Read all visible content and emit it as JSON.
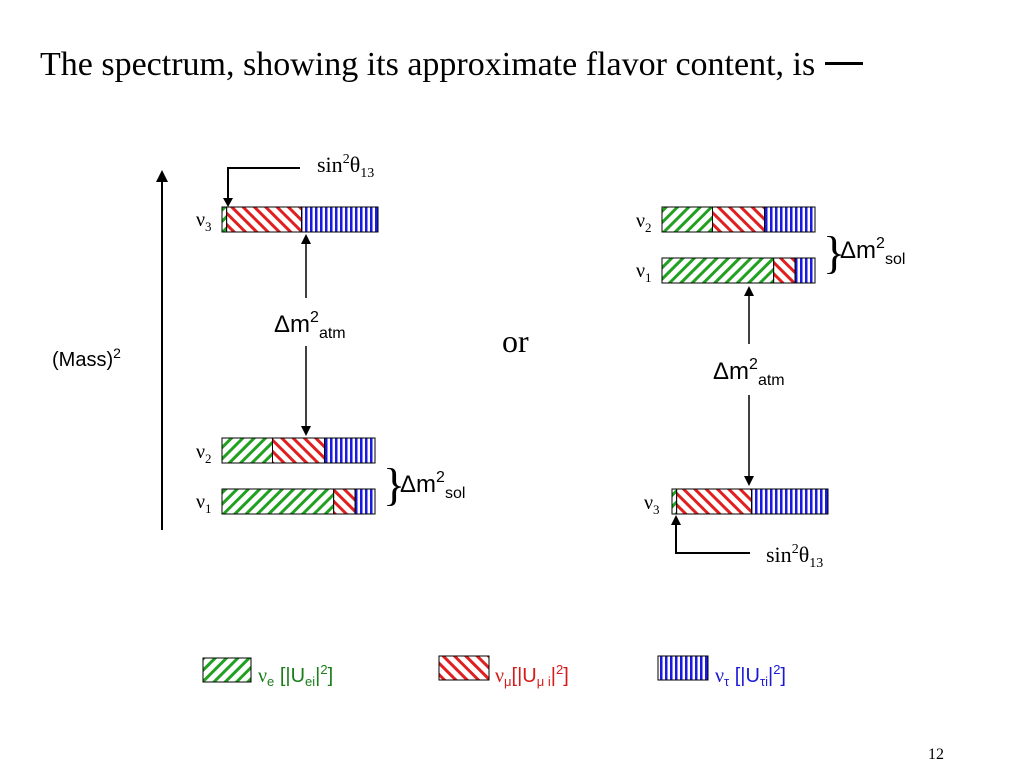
{
  "title": "The spectrum, showing its approximate flavor content, is",
  "mass_axis_label": "(Mass)",
  "mass_axis_exp": "2",
  "or_label": "or",
  "sin_label": "sin",
  "sin_exp": "2",
  "theta": "θ",
  "theta_sub": "13",
  "nu": "ν",
  "delta_m": "Δm",
  "sq": "2",
  "atm": "atm",
  "sol": "sol",
  "brace": "}",
  "states": {
    "nu1": "1",
    "nu2": "2",
    "nu3": "3"
  },
  "flavor_content": {
    "normal": {
      "nu3": [
        0.03,
        0.48,
        0.49
      ],
      "nu2": [
        0.33,
        0.34,
        0.33
      ],
      "nu1": [
        0.73,
        0.14,
        0.13
      ]
    },
    "inverted": {
      "nu2": [
        0.33,
        0.34,
        0.33
      ],
      "nu1": [
        0.73,
        0.14,
        0.13
      ],
      "nu3": [
        0.03,
        0.48,
        0.49
      ]
    }
  },
  "legend": {
    "e": {
      "nu": "ν",
      "sub": "e",
      "text": " [|U",
      "idx": "ei",
      "end": "|",
      "exp": "2",
      "close": "]",
      "color": "#1a7f1a"
    },
    "mu": {
      "nu": "ν",
      "sub": "μ",
      "text": "[|U",
      "idx": "μ i",
      "end": "|",
      "exp": "2",
      "close": "]",
      "color": "#d61a1a"
    },
    "tau": {
      "nu": "ν",
      "sub": "τ",
      "text": " [|U",
      "idx": "τi",
      "end": "|",
      "exp": "2",
      "close": "]",
      "color": "#1a1ad6"
    }
  },
  "colors": {
    "e": "#22a022",
    "mu": "#e02020",
    "tau": "#1a1ae0"
  },
  "page_number": "12"
}
